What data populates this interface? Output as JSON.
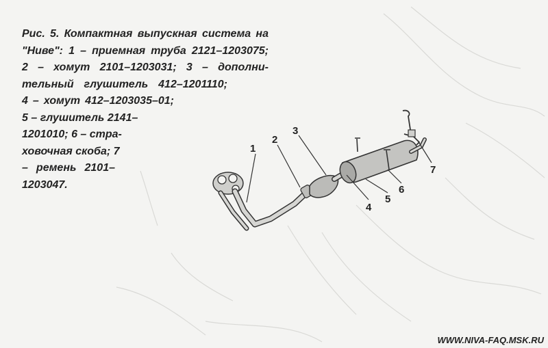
{
  "caption": {
    "lines": [
      "Рис. 5. Компактная выпускная система на",
      "\"Ниве\": 1 – приемная труба 2121–1203075;",
      "2 – хомут 2101–1203031; 3 – дополни-",
      "тельный глушитель 412–1201110;",
      "4 – хомут 412–1203035–01;",
      "5 – глушитель 2141–",
      "1201010; 6 – стра-",
      "ховочная скоба; 7",
      "– ремень 2101–",
      "1203047."
    ]
  },
  "callouts": [
    "1",
    "2",
    "3",
    "4",
    "5",
    "6",
    "7"
  ],
  "source": "WWW.NIVA-FAQ.MSK.RU"
}
